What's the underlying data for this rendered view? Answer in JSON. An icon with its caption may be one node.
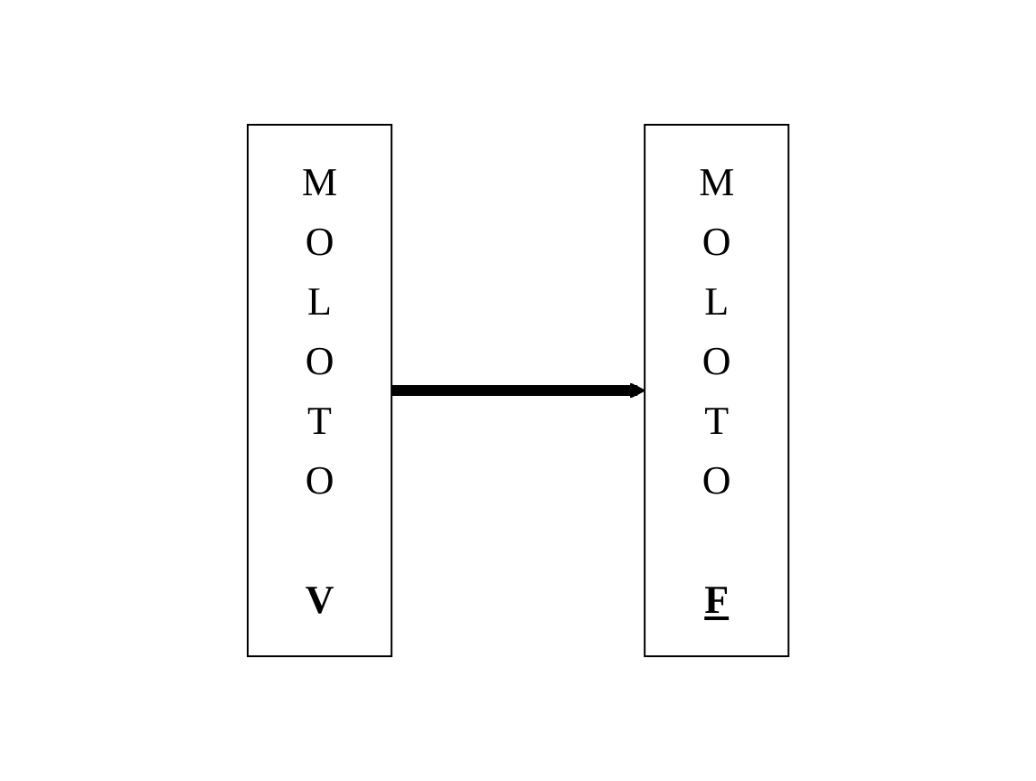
{
  "diagram": {
    "nodes": [
      {
        "text": [
          "M O L O T O",
          "V"
        ]
      },
      {
        "text": [
          "M O L O T O",
          "F"
        ]
      }
    ],
    "edges": [
      {
        "from": 0,
        "to": 1,
        "arrow": "to"
      }
    ]
  }
}
